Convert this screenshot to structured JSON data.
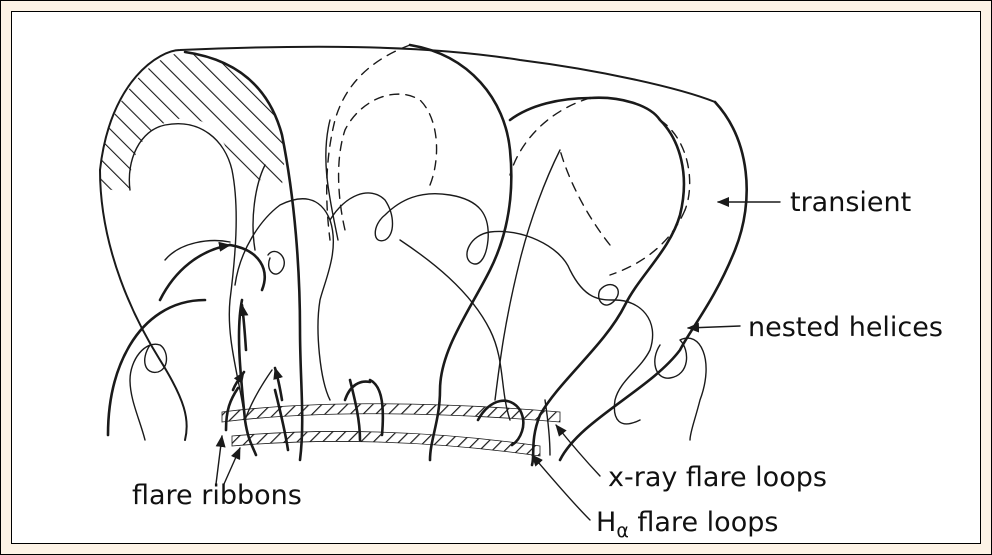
{
  "labels": {
    "transient": "transient",
    "nested_helices": "nested helices",
    "xray_loops": "x-ray flare loops",
    "halpha_main": "H",
    "halpha_sub": "α",
    "halpha_rest": " flare loops",
    "ribbons": "flare ribbons"
  },
  "colors": {
    "background": "#fdf3e6",
    "panel": "#ffffff",
    "ink": "#1a1a1a"
  }
}
